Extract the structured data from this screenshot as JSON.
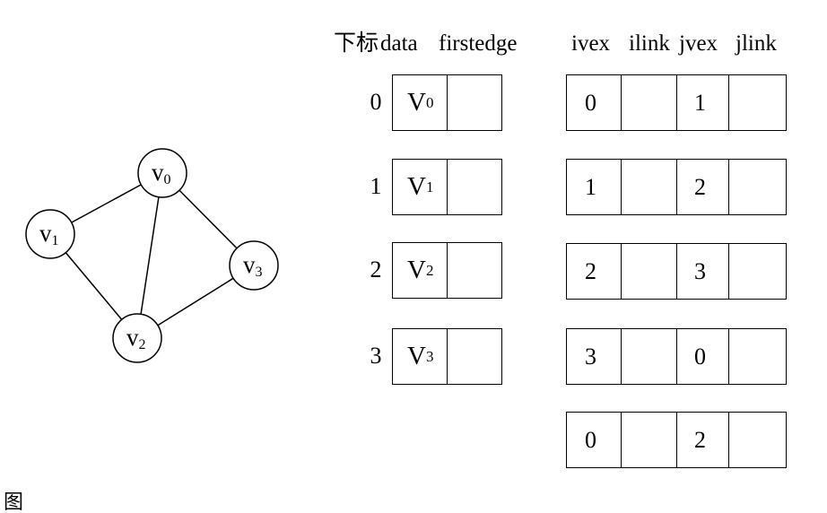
{
  "headers": {
    "vertex_index": "下标",
    "vertex_data": "data",
    "vertex_firstedge": "firstedge",
    "edge_ivex": "ivex",
    "edge_ilink": "ilink",
    "edge_jvex": "jvex",
    "edge_jlink": "jlink"
  },
  "graph": {
    "nodes": [
      {
        "id": "v0",
        "label": "v",
        "sub": "0"
      },
      {
        "id": "v1",
        "label": "v",
        "sub": "1"
      },
      {
        "id": "v2",
        "label": "v",
        "sub": "2"
      },
      {
        "id": "v3",
        "label": "v",
        "sub": "3"
      }
    ],
    "edges": [
      [
        "v0",
        "v1"
      ],
      [
        "v0",
        "v2"
      ],
      [
        "v0",
        "v3"
      ],
      [
        "v1",
        "v2"
      ],
      [
        "v2",
        "v3"
      ]
    ]
  },
  "vertex_table": [
    {
      "index": "0",
      "name": "V",
      "sub": "0",
      "firstedge": ""
    },
    {
      "index": "1",
      "name": "V",
      "sub": "1",
      "firstedge": ""
    },
    {
      "index": "2",
      "name": "V",
      "sub": "2",
      "firstedge": ""
    },
    {
      "index": "3",
      "name": "V",
      "sub": "3",
      "firstedge": ""
    }
  ],
  "edge_table": [
    {
      "ivex": "0",
      "ilink": "",
      "jvex": "1",
      "jlink": ""
    },
    {
      "ivex": "1",
      "ilink": "",
      "jvex": "2",
      "jlink": ""
    },
    {
      "ivex": "2",
      "ilink": "",
      "jvex": "3",
      "jlink": ""
    },
    {
      "ivex": "3",
      "ilink": "",
      "jvex": "0",
      "jlink": ""
    },
    {
      "ivex": "0",
      "ilink": "",
      "jvex": "2",
      "jlink": ""
    }
  ],
  "caption": "图"
}
